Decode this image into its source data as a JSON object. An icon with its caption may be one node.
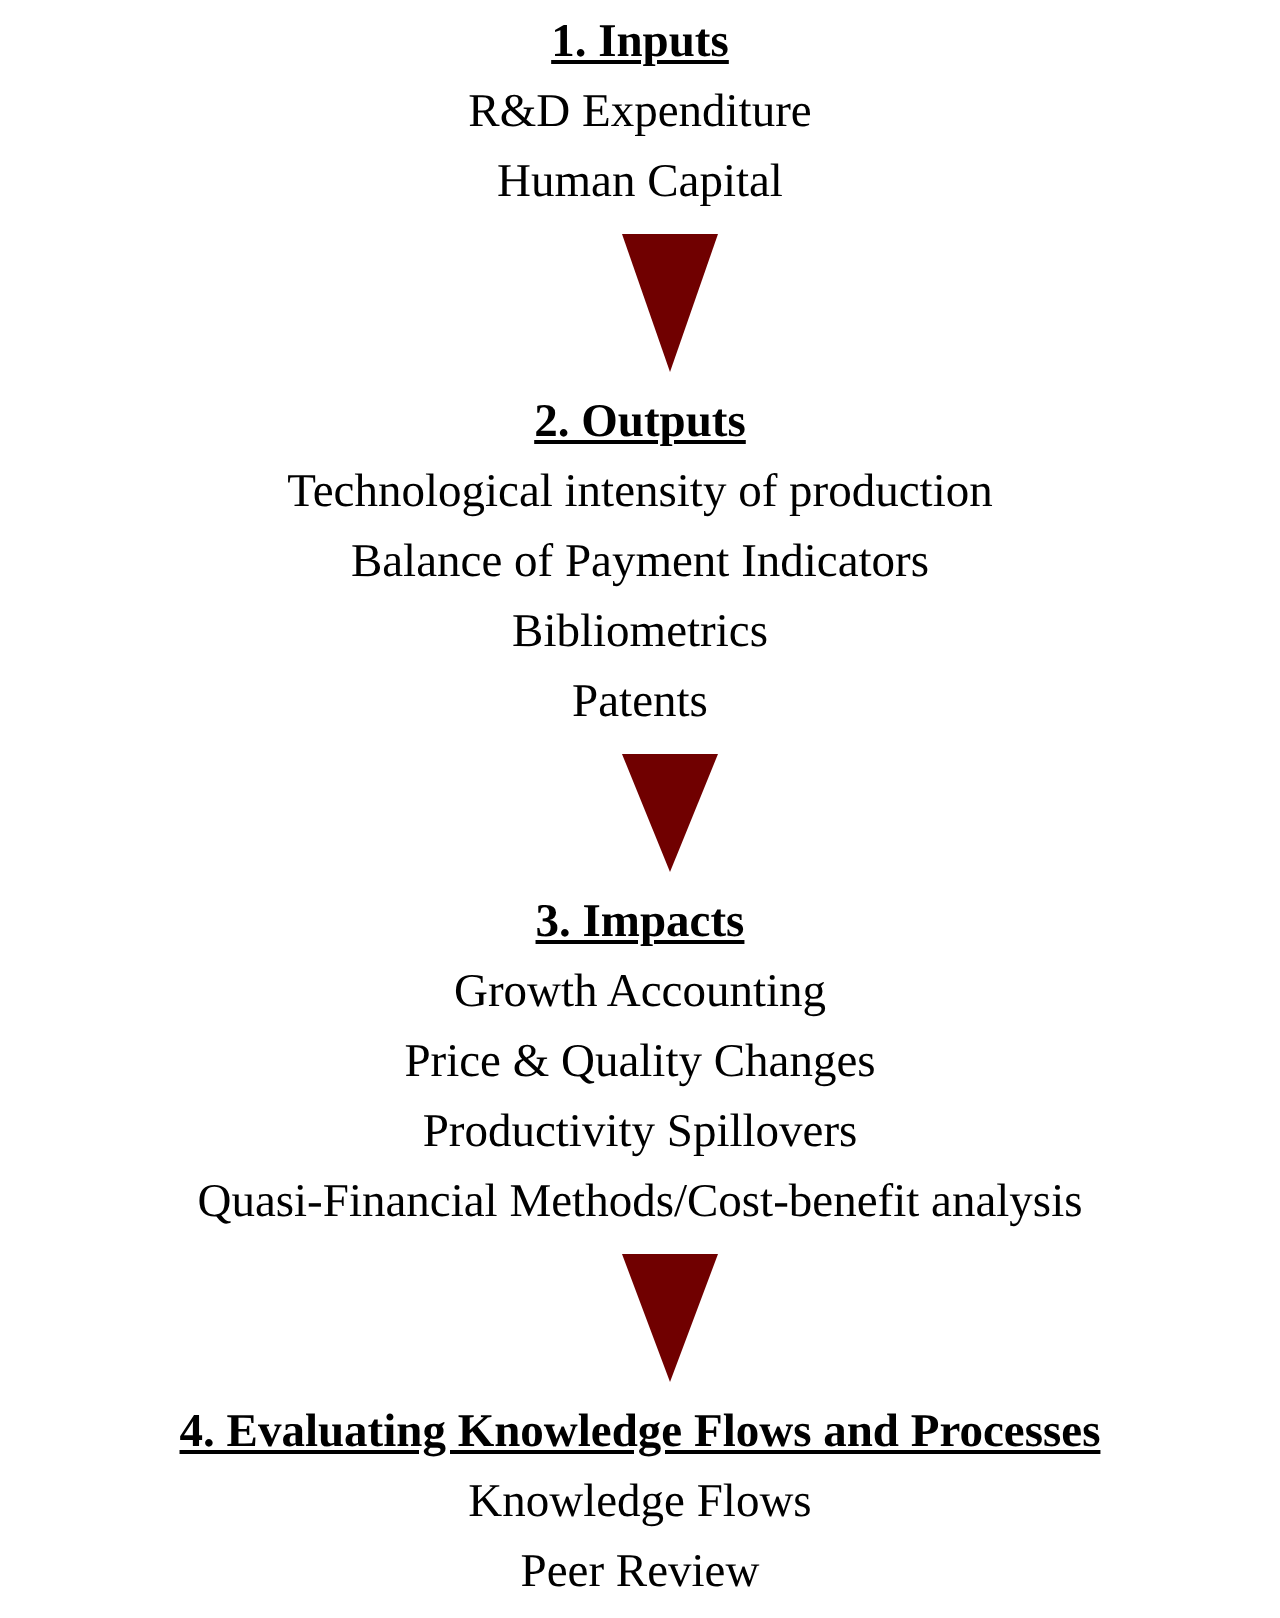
{
  "diagram": {
    "nodes": [
      {
        "text": [
          "1. Inputs",
          "R&D Expenditure",
          "Human Capital"
        ]
      },
      {
        "text": [
          "2. Outputs",
          "Technological intensity of production",
          "Balance of Payment Indicators",
          "Bibliometrics",
          "Patents"
        ]
      },
      {
        "text": [
          "3. Impacts",
          "Growth Accounting",
          "Price & Quality Changes",
          "Productivity Spillovers",
          "Quasi-Financial Methods/Cost-benefit analysis"
        ]
      },
      {
        "text": [
          "4. Evaluating Knowledge Flows and Processes",
          "Knowledge Flows",
          "Peer Review"
        ]
      }
    ],
    "edges": [
      {
        "from": 0,
        "to": 1,
        "arrow": "to"
      },
      {
        "from": 1,
        "to": 2,
        "arrow": "to"
      },
      {
        "from": 2,
        "to": 3,
        "arrow": "to"
      }
    ]
  }
}
